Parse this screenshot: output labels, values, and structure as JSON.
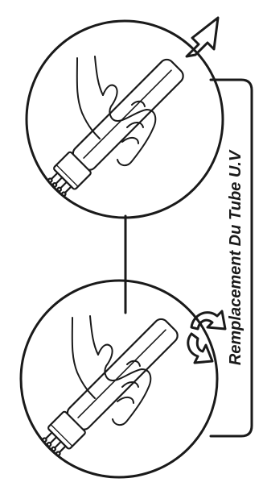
{
  "title": "Remplacement Du Tube U.V",
  "steps": [
    {
      "name": "remove-tube",
      "action_icon": "arrow-up-right-icon"
    },
    {
      "name": "rotate-tube",
      "action_icon": "rotate-arrows-icon"
    }
  ],
  "colors": {
    "ink": "#1a1a1a",
    "background": "#ffffff"
  }
}
